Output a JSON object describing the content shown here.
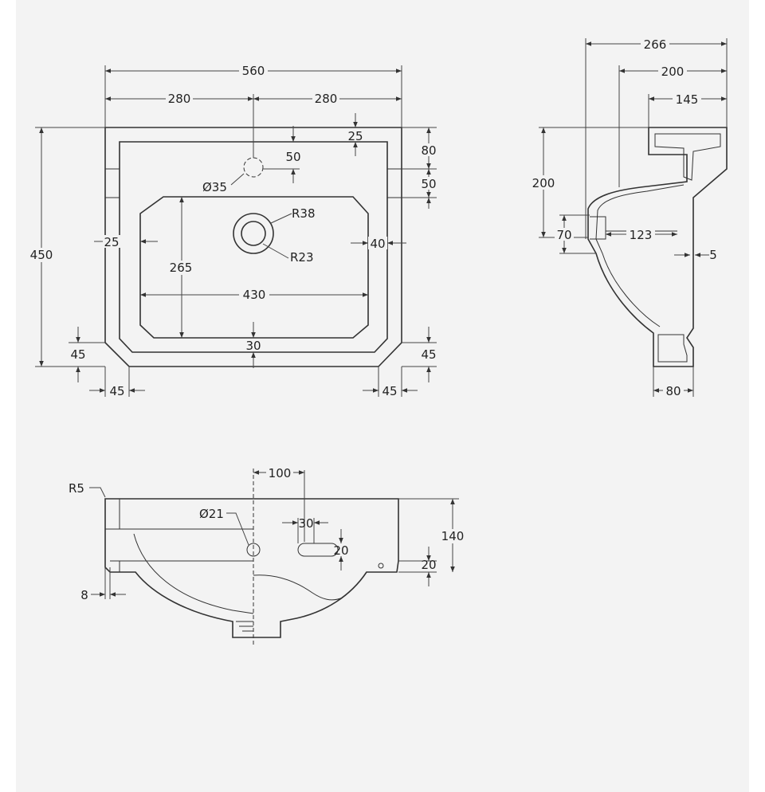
{
  "colors": {
    "sheet": "#f3f3f3",
    "outer": "#ffffff",
    "line": "#333333"
  },
  "plan": {
    "overall_width": "560",
    "half_left": "280",
    "half_right": "280",
    "overall_depth": "450",
    "rim_top": "25",
    "tap_hole_offset": "50",
    "tap_hole_dia": "Ø35",
    "right_80": "80",
    "right_50": "50",
    "waste_outer": "R38",
    "waste_inner": "R23",
    "side_rim": "25",
    "right_rim": "40",
    "bowl_depth": "265",
    "bowl_width": "430",
    "front_rim": "30",
    "left_45_v": "45",
    "right_45_v": "45",
    "left_45_h": "45",
    "right_45_h": "45"
  },
  "side": {
    "overall": "266",
    "d200": "200",
    "d145": "145",
    "height_200": "200",
    "d70": "70",
    "d123": "123",
    "d5": "5",
    "d80": "80"
  },
  "front": {
    "corner_radius": "R5",
    "d100": "100",
    "overflow_dia": "Ø21",
    "slot_30": "30",
    "slot_20": "20",
    "height_140": "140",
    "step_20": "20",
    "d8": "8"
  }
}
